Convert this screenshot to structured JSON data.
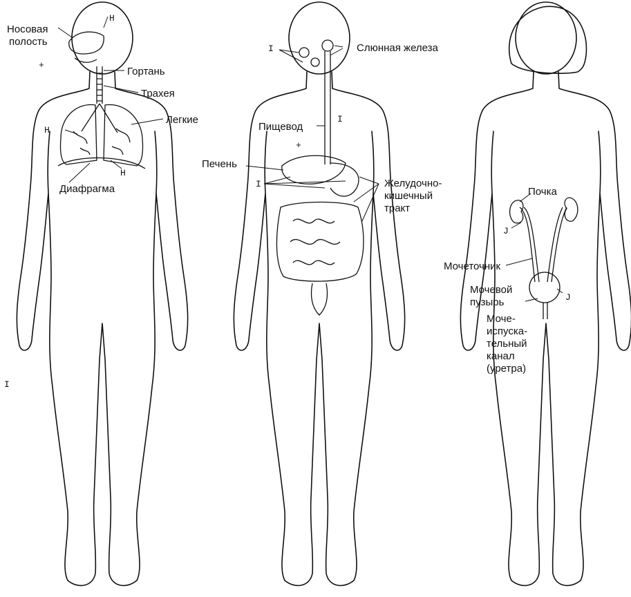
{
  "respiratory": {
    "nasal_cavity_line1": "Носовая",
    "nasal_cavity_line2": "полость",
    "larynx": "Гортань",
    "trachea": "Трахея",
    "lungs": "Легкие",
    "diaphragm": "Диафрагма",
    "mark_nose": "H",
    "mark_lung_left": "H",
    "mark_lung_bottom": "H"
  },
  "digestive": {
    "salivary_gland": "Слюнная железа",
    "esophagus": "Пищевод",
    "liver": "Печень",
    "gi_tract_line1": "Желудочно-",
    "gi_tract_line2": "кишечный",
    "gi_tract_line3": "тракт",
    "mark_salivary": "I",
    "mark_esophagus": "I",
    "mark_liver": "I"
  },
  "urinary": {
    "kidney": "Почка",
    "ureter": "Мочеточник",
    "bladder_line1": "Мочевой",
    "bladder_line2": "пузырь",
    "urethra_line1": "Моче-",
    "urethra_line2": "испуска-",
    "urethra_line3": "тельный",
    "urethra_line4": "канал",
    "urethra_line5": "(уретра)",
    "mark_kidney": "J",
    "mark_bladder": "J"
  },
  "margin_mark": "I"
}
